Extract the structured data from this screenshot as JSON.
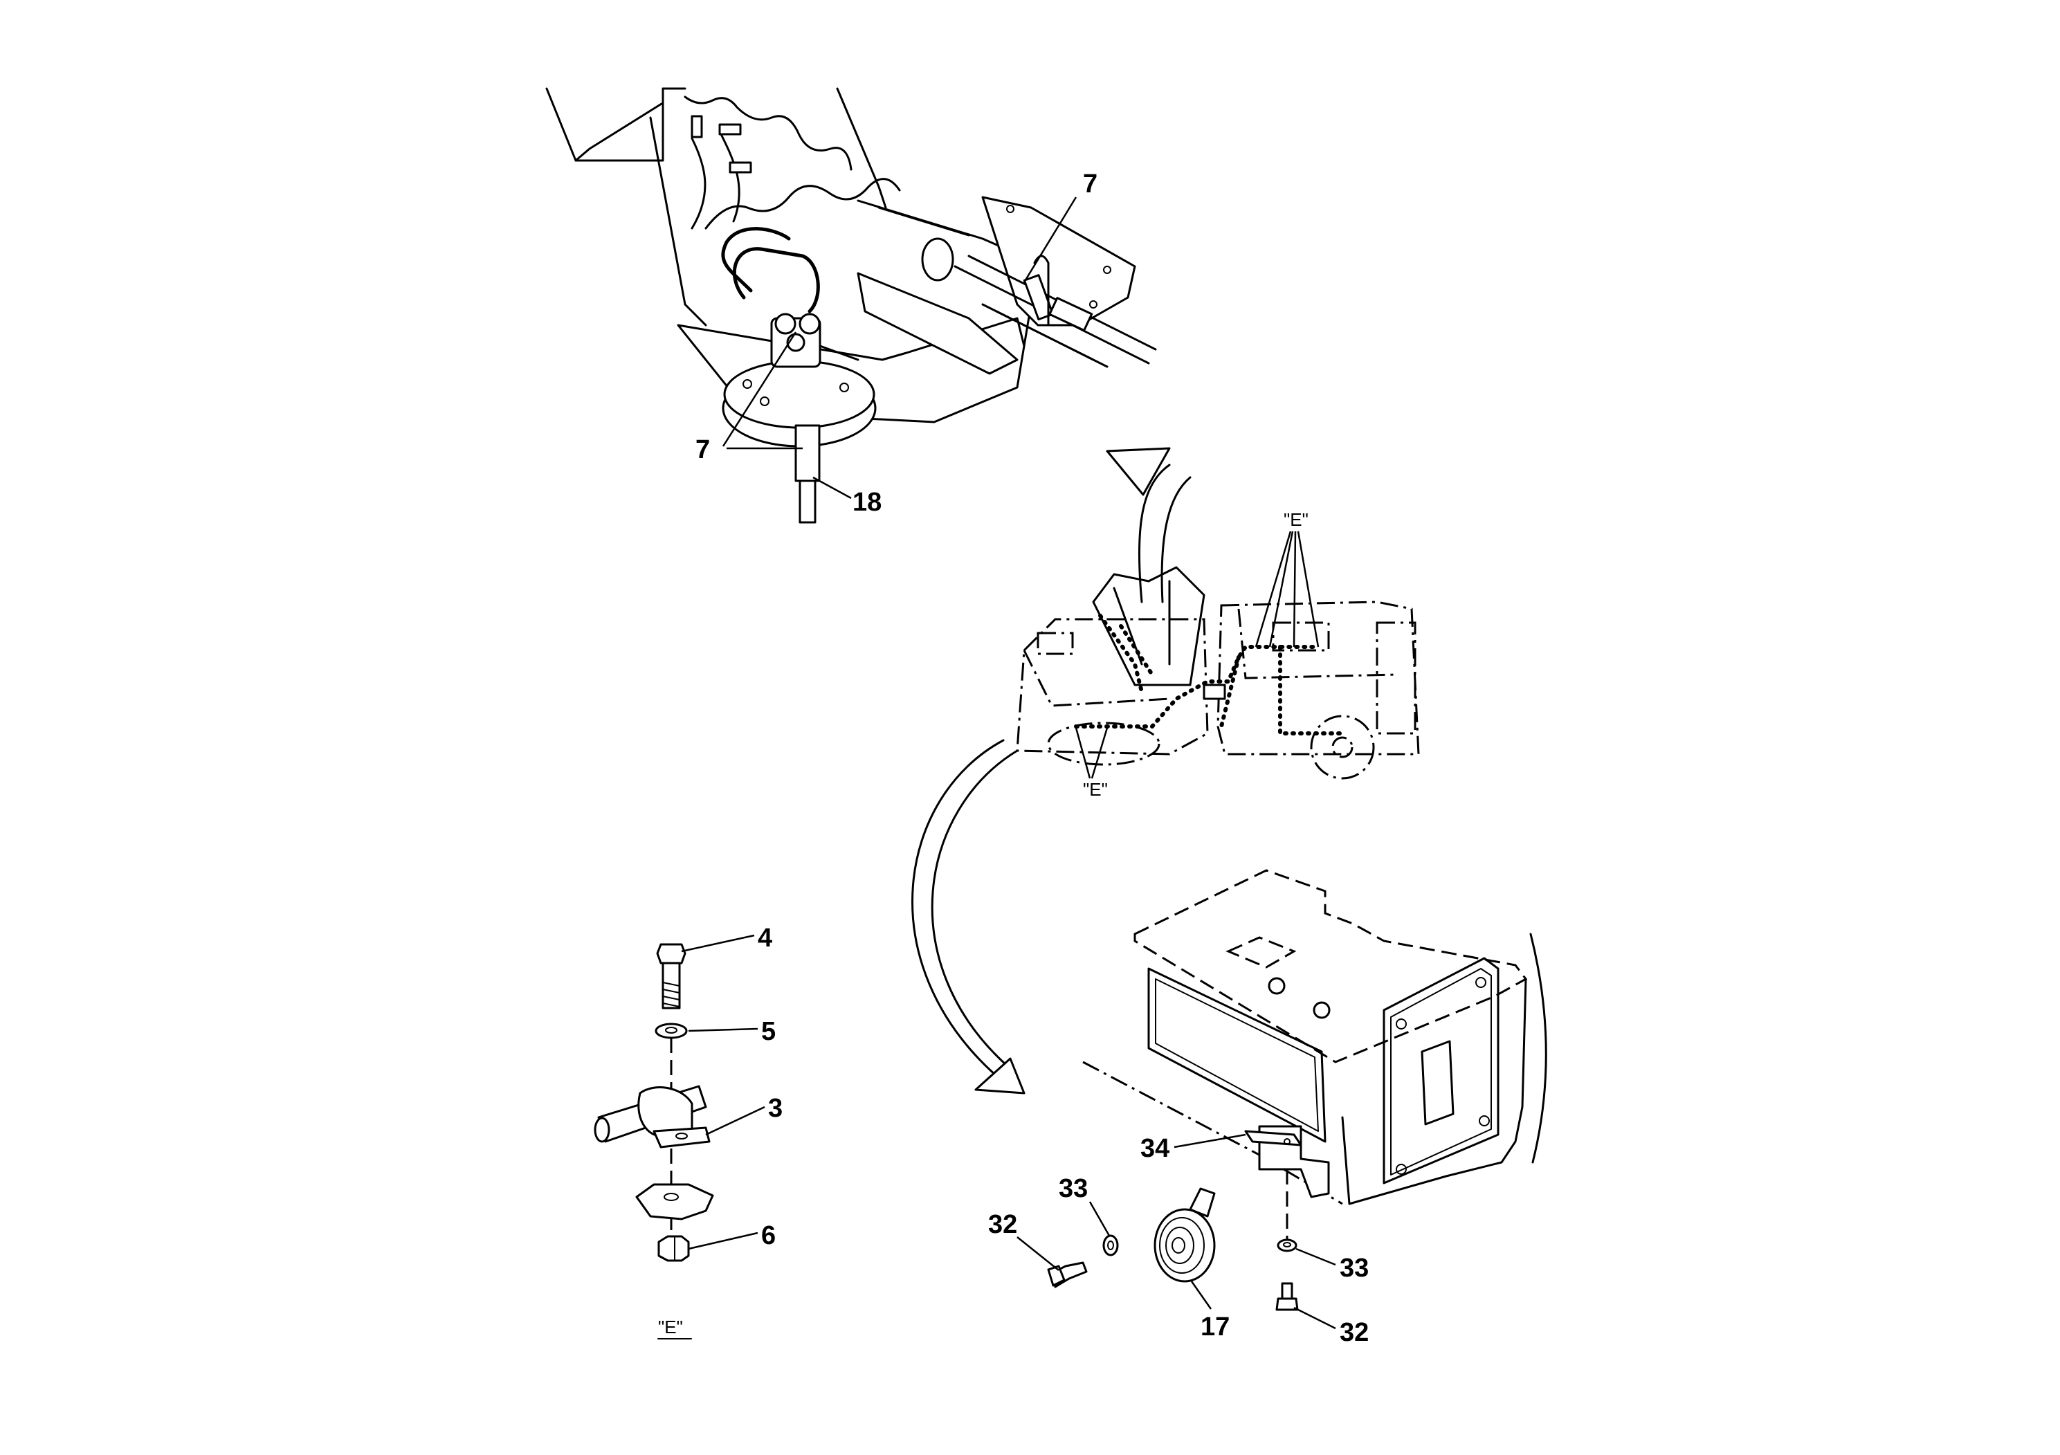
{
  "callouts": {
    "part_7_top": "7",
    "part_7_left": "7",
    "part_18": "18",
    "part_4": "4",
    "part_5": "5",
    "part_3": "3",
    "part_6": "6",
    "part_34": "34",
    "part_33_left": "33",
    "part_32_left": "32",
    "part_33_right": "33",
    "part_32_right": "32",
    "part_17": "17"
  },
  "detail_refs": {
    "e_top": "\"E\"",
    "e_bottom": "\"E\"",
    "e_detail_label": "\"E\""
  }
}
